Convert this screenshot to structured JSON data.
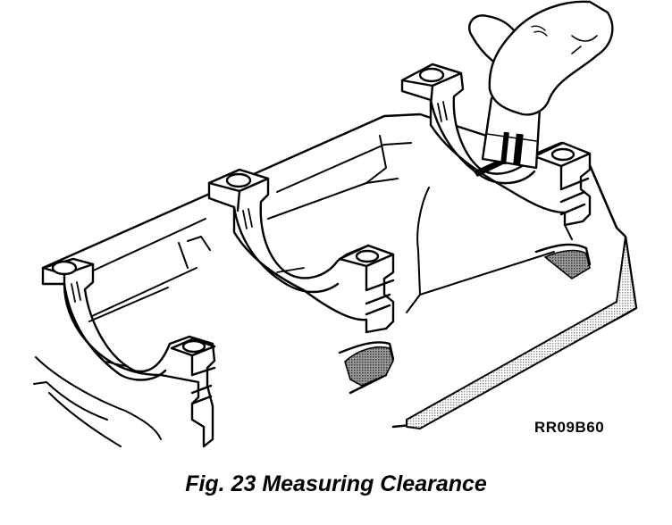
{
  "figure": {
    "reference_code": "RR09B60",
    "caption": "Fig. 23 Measuring Clearance"
  },
  "icons": {
    "illustration": "engine-block-bearing-caps-drawing",
    "hand": "hand-holding-plastigage-icon"
  },
  "colors": {
    "ink": "#000000",
    "paper": "#ffffff",
    "shade": "#b5b5b5"
  }
}
